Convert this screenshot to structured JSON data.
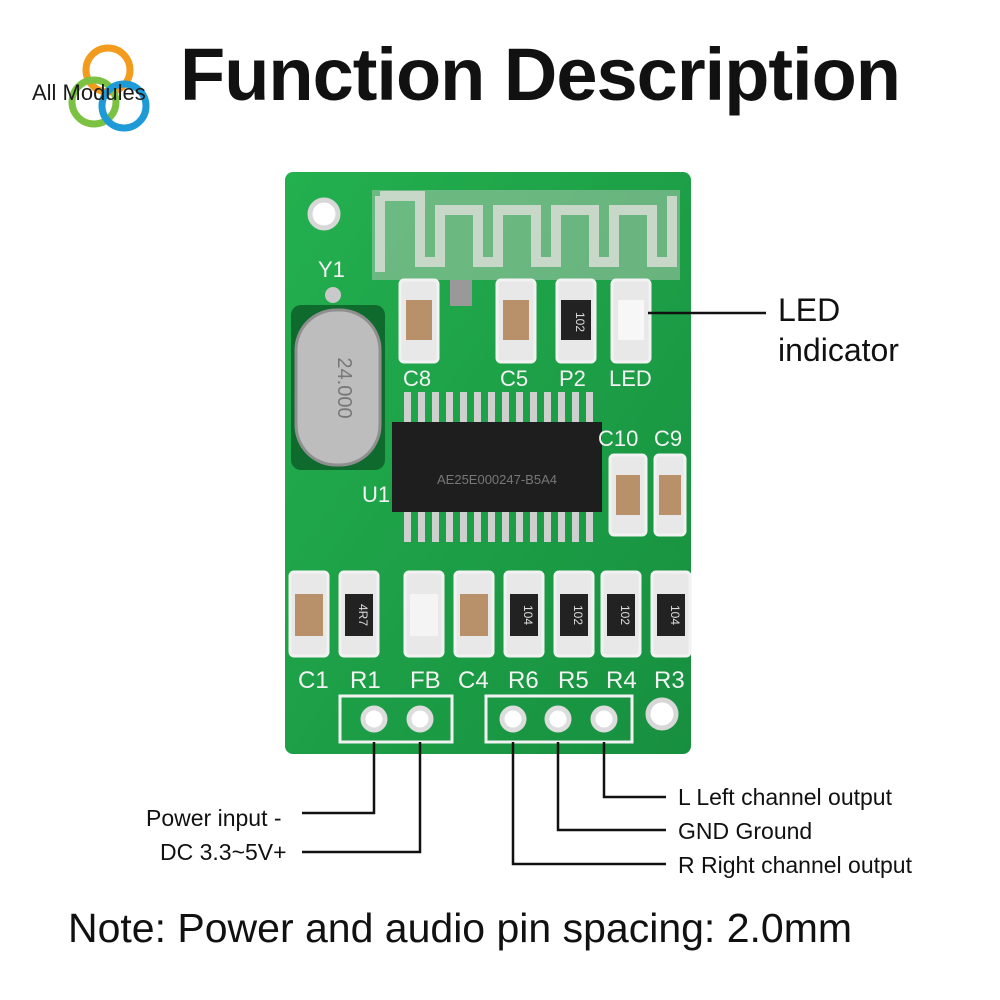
{
  "header": {
    "logo_text": "All Modules",
    "title": "Function Description"
  },
  "board": {
    "silk": {
      "y1": "Y1",
      "crystal": "24.000",
      "c8": "C8",
      "c5": "C5",
      "p2": "P2",
      "led": "LED",
      "c10": "C10",
      "c9": "C9",
      "u1": "U1",
      "chip": "AE25E000247-B5A4",
      "c1": "C1",
      "r1": "R1",
      "fb": "FB",
      "c4": "C4",
      "r6": "R6",
      "r5": "R5",
      "r4": "R4",
      "r3": "R3"
    },
    "resistor_codes": {
      "p2": "102",
      "r1": "4R7",
      "r6": "104",
      "r5": "102",
      "r4": "102",
      "r3": "104"
    }
  },
  "callouts": {
    "led_line1": "LED",
    "led_line2": "indicator",
    "power_neg": "Power input -",
    "power_pos": "DC 3.3~5V+",
    "left_out": "L Left channel output",
    "gnd": "GND Ground",
    "right_out": "R Right channel output"
  },
  "footer": {
    "note": "Note: Power and audio pin spacing: 2.0mm"
  },
  "colors": {
    "pcb": "#1fa34a",
    "pcb_dark": "#127a35",
    "silk": "#f2f2f2",
    "pad": "#c9c9c9",
    "chip": "#1e1e1e"
  }
}
